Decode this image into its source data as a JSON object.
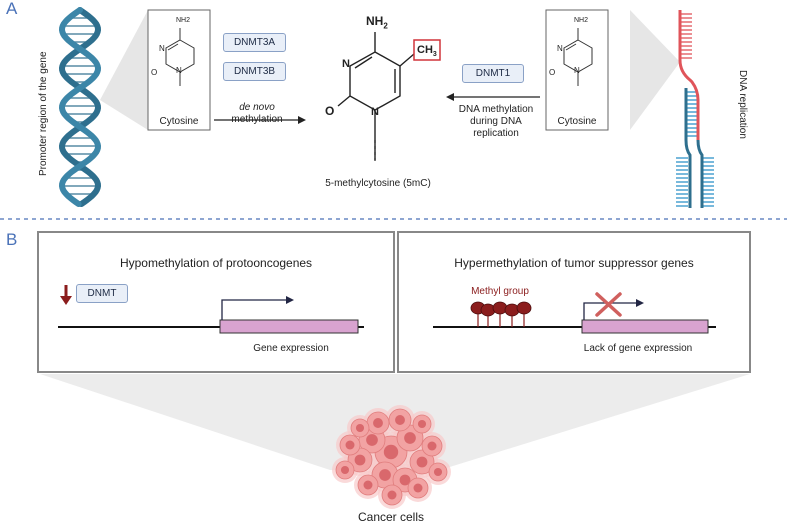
{
  "section_a": {
    "label": "A"
  },
  "section_b": {
    "label": "B"
  },
  "promoter_label": "Promoter region of the gene",
  "replication_label": "DNA replication",
  "cytosine_left": {
    "caption": "Cytosine",
    "nh2": "NH2",
    "n": "N",
    "o": "O"
  },
  "cytosine_right": {
    "caption": "Cytosine",
    "nh2": "NH2",
    "n": "N",
    "o": "O"
  },
  "enzymes": {
    "dnmt3a": "DNMT3A",
    "dnmt3b": "DNMT3B",
    "dnmt1": "DNMT1",
    "dnmt": "DNMT"
  },
  "de_novo": {
    "line1": "de novo",
    "line2": "methylation"
  },
  "maintenance": {
    "line1": "DNA methylation",
    "line2": "during DNA",
    "line3": "replication"
  },
  "center_molecule": {
    "nh2": "NH",
    "nh2_sub": "2",
    "ch3": "CH",
    "ch3_sub": "3",
    "n": "N",
    "o": "O",
    "caption": "5-methylcytosine (5mC)"
  },
  "panel_left": {
    "title": "Hypomethylation of protooncogenes",
    "expression": "Gene expression"
  },
  "panel_right": {
    "title": "Hypermethylation of tumor suppressor genes",
    "methyl": "Methyl group",
    "expression": "Lack of gene expression"
  },
  "cancer": {
    "label": "Cancer cells"
  },
  "colors": {
    "dna": "#2e6f8e",
    "red_strand": "#e0545a",
    "blue_strand": "#2f93c8",
    "gene_box": "#d9a3d0",
    "methyl": "#8b1d1d",
    "section_label": "#4a72b8",
    "cell": "#f2a3a3"
  }
}
